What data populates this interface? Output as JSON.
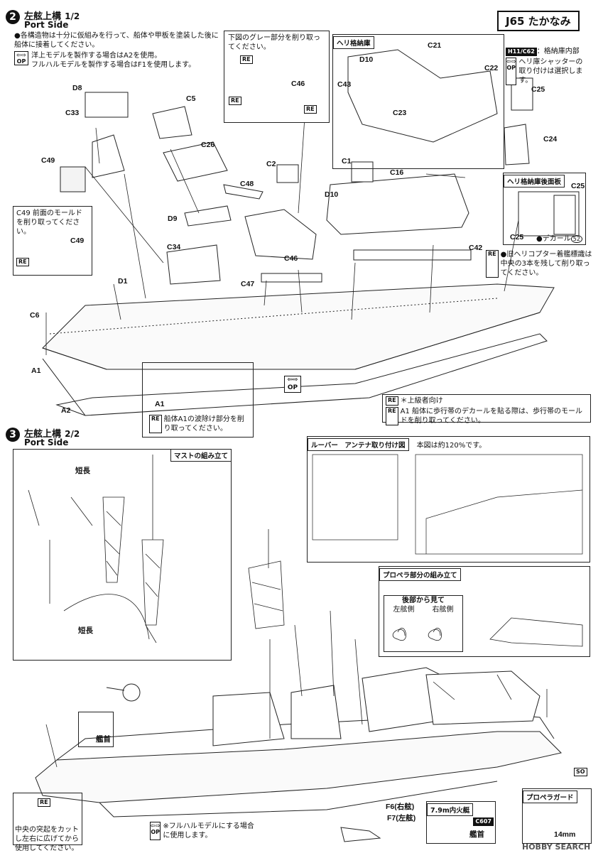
{
  "header": {
    "title": "J65 たかなみ"
  },
  "step2": {
    "number": "2",
    "title": "左舷上構",
    "fraction": "1/2",
    "subtitle": "Port Side",
    "note1": "●各構造物は十分に仮組みを行って、船体や甲板を塗装した後に船体に接着してください。",
    "note2": "洋上モデルを製作する場合はA2を使用。",
    "note3": "フルハルモデルを製作する場合はF1を使用します。",
    "gray_note": "下図のグレー部分を削り取ってください。",
    "hangar_box_title": "ヘリ格納庫",
    "hangar_interior_tag": "H11/C62",
    "hangar_interior_note": "：格納庫内部",
    "hangar_shutter_note": "ヘリ庫シャッターの取り付けは選択します。",
    "hangar_back_title": "ヘリ格納庫後面板",
    "decal_label": "デカール",
    "decal_num": "52",
    "c49_note": "C49 前面のモールドを削り取ってください。",
    "old_marking_note": "●旧ヘリコプター着艦標識は中央の3本を残して削り取ってください。",
    "a1_note": "船体A1の波除け部分を削り取ってください。",
    "adv_note_title": "＊上級者向け",
    "adv_note_body": "A1 船体に歩行帯のデカールを貼る際は、歩行帯のモールドを削り取ってください。",
    "parts": [
      "D8",
      "C5",
      "C33",
      "C26",
      "C49",
      "D9",
      "C34",
      "D1",
      "C6",
      "A1",
      "A2",
      "C2",
      "C48",
      "C46",
      "C47",
      "C1",
      "C16",
      "D10",
      "C42",
      "C21",
      "C22",
      "C43",
      "C23",
      "C25",
      "C24",
      "C49",
      "C46",
      "C25"
    ]
  },
  "step3": {
    "number": "3",
    "title": "左舷上構",
    "fraction": "2/2",
    "subtitle": "Port Side",
    "mast_box_title": "マストの組み立て",
    "louver_box_title": "ルーバー　アンテナ取り付け図",
    "louver_scale": "本図は約120%です。",
    "propeller_box_title": "プロペラ部分の組み立て",
    "rear_view_title": "後部から見て",
    "left_side": "左舷側",
    "right_side": "右舷側",
    "short_label": "短",
    "long_label": "長",
    "b31_note": "中央の突起をカットし左右に広げてから使用してください。",
    "fullhull_note": "※フルハルモデルにする場合に使用します。",
    "bow_label": "艦首",
    "boat_title": "7.9m内火艇",
    "guard_title": "プロペラガード",
    "guard_dim": "14mm",
    "f6_label": "F6(右舷)",
    "f7_label": "F7(左舷)",
    "c607": "C607",
    "so": "SO"
  },
  "badges": {
    "re": "RE",
    "op_top": "⇦⇨",
    "op_bottom": "OP"
  },
  "watermark": "HOBBY SEARCH"
}
